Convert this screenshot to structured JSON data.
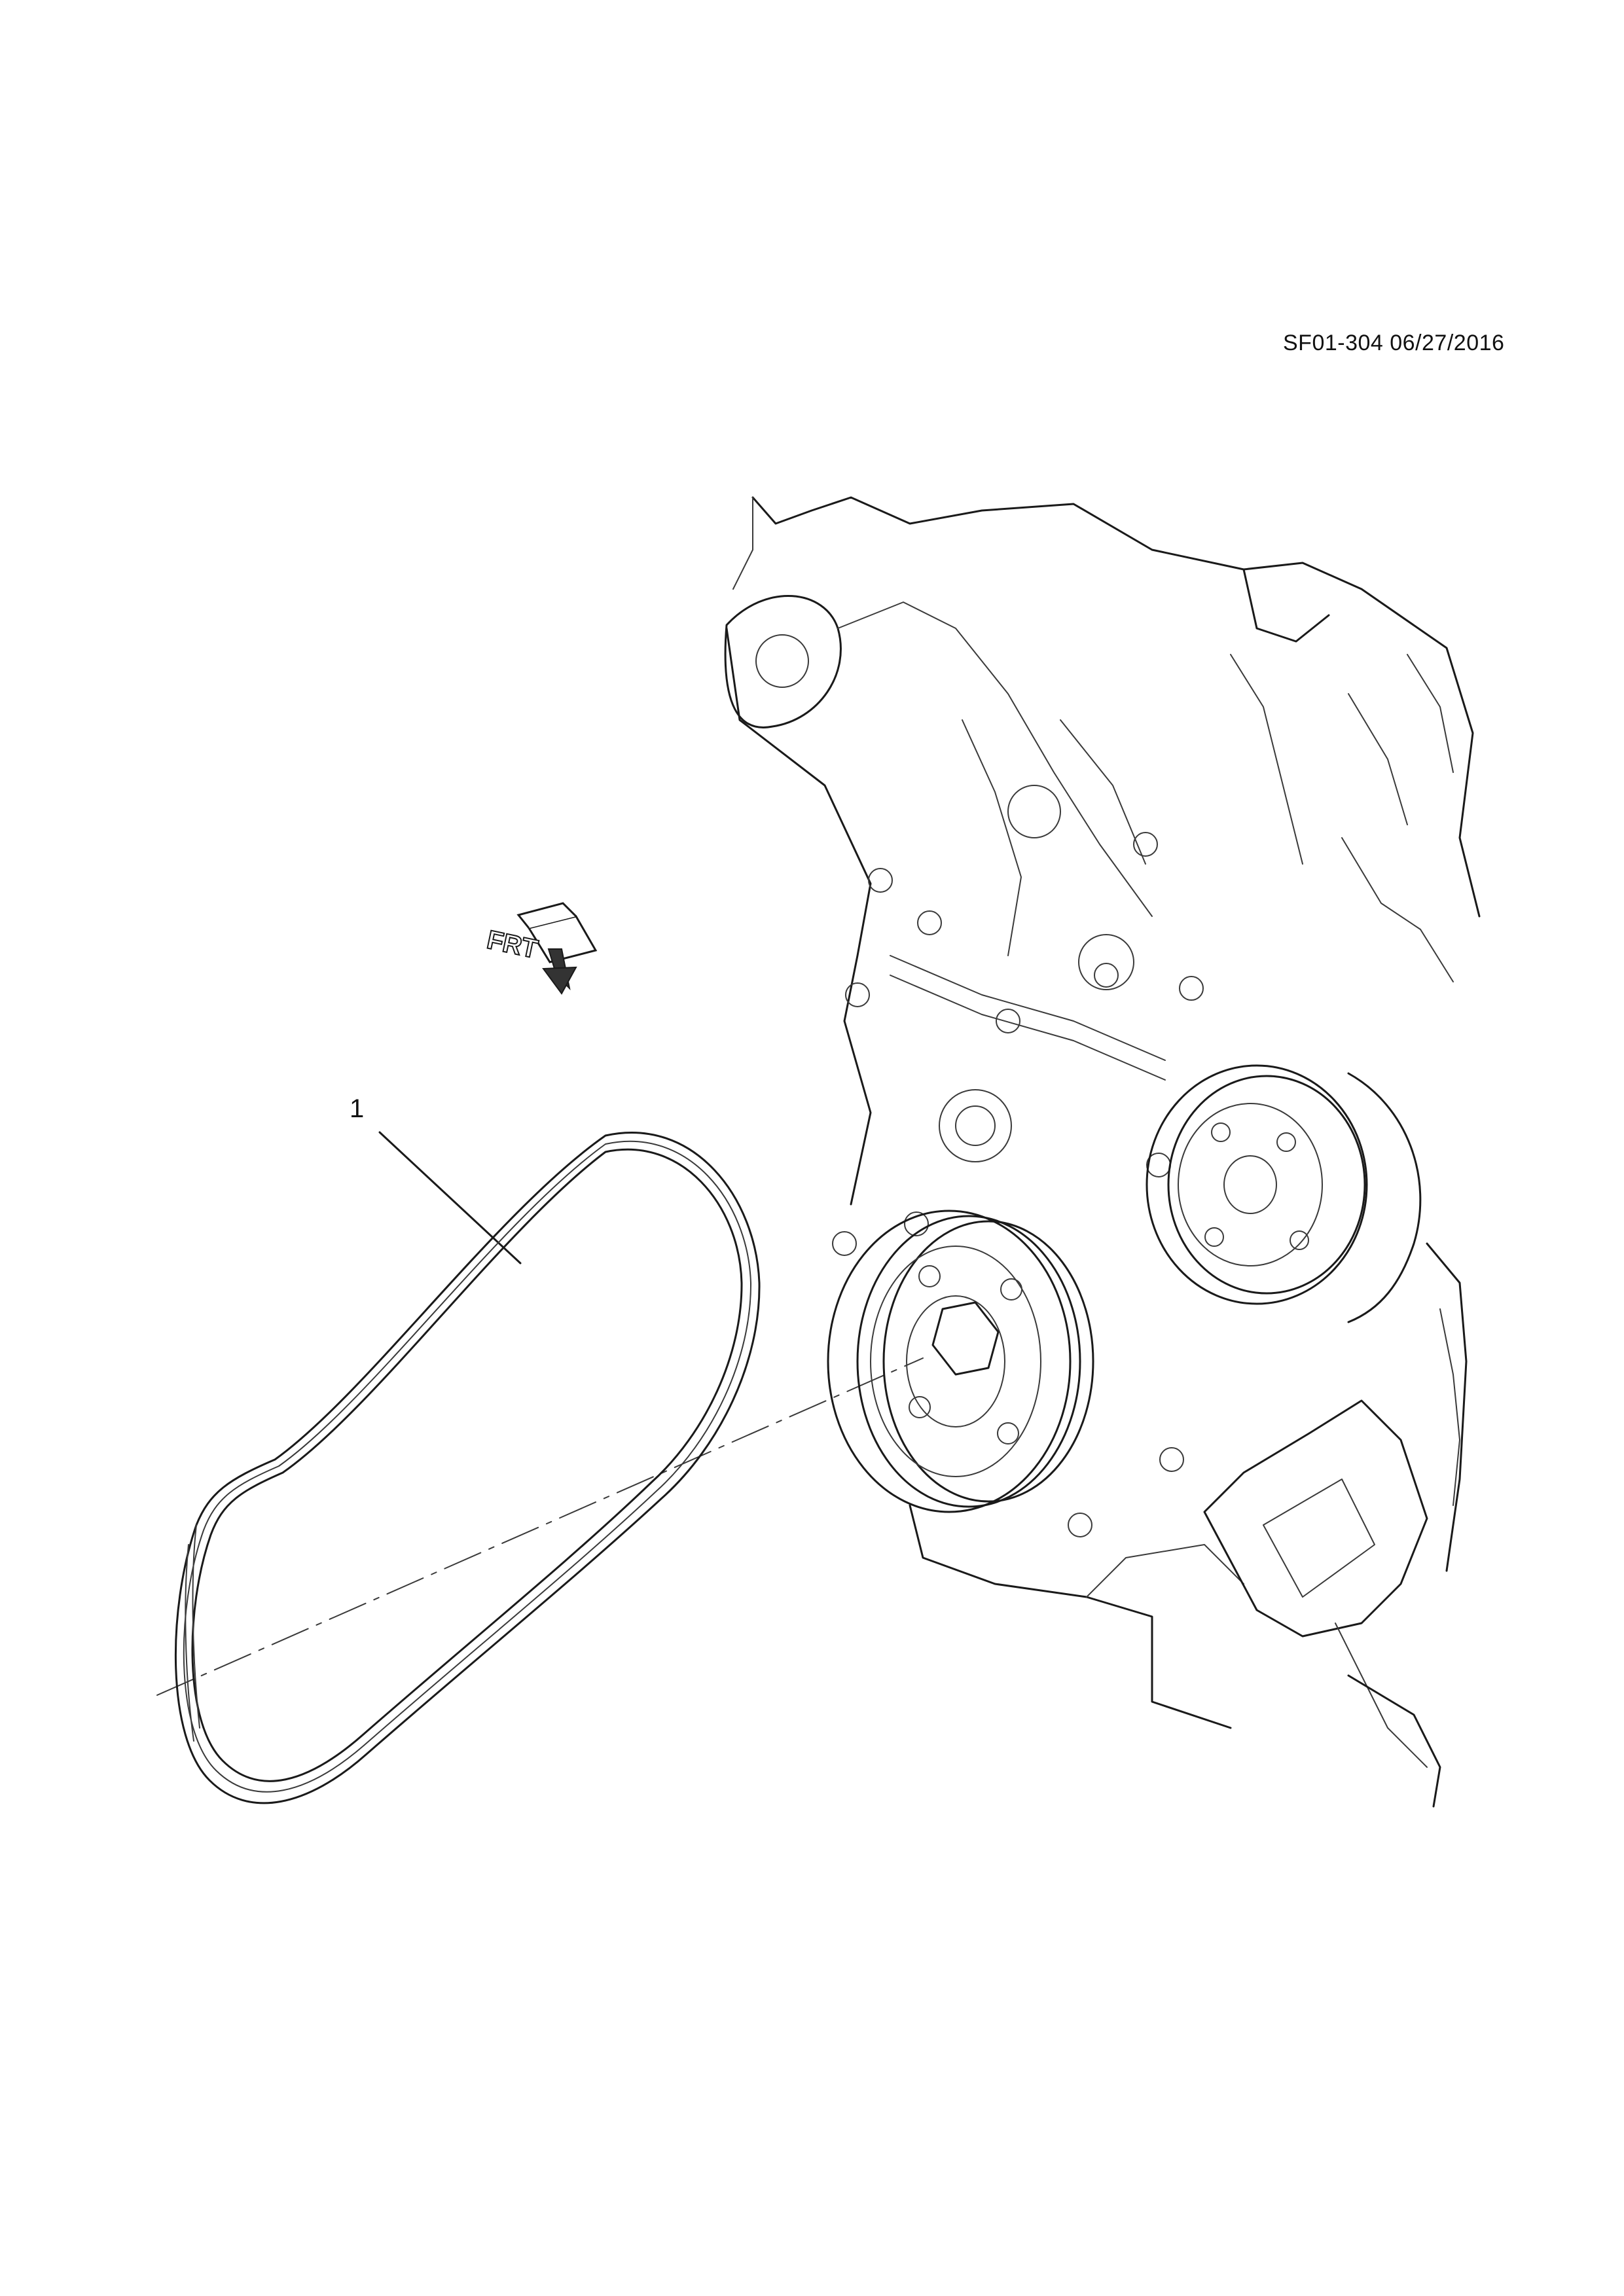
{
  "diagram": {
    "reference_code": "SF01-304 06/27/2016",
    "callouts": [
      {
        "number": "1"
      }
    ],
    "direction_indicator": {
      "label": "FRT"
    }
  },
  "colors": {
    "line": "#1a1a1a",
    "background": "#ffffff",
    "arrow_fill": "#333333"
  }
}
